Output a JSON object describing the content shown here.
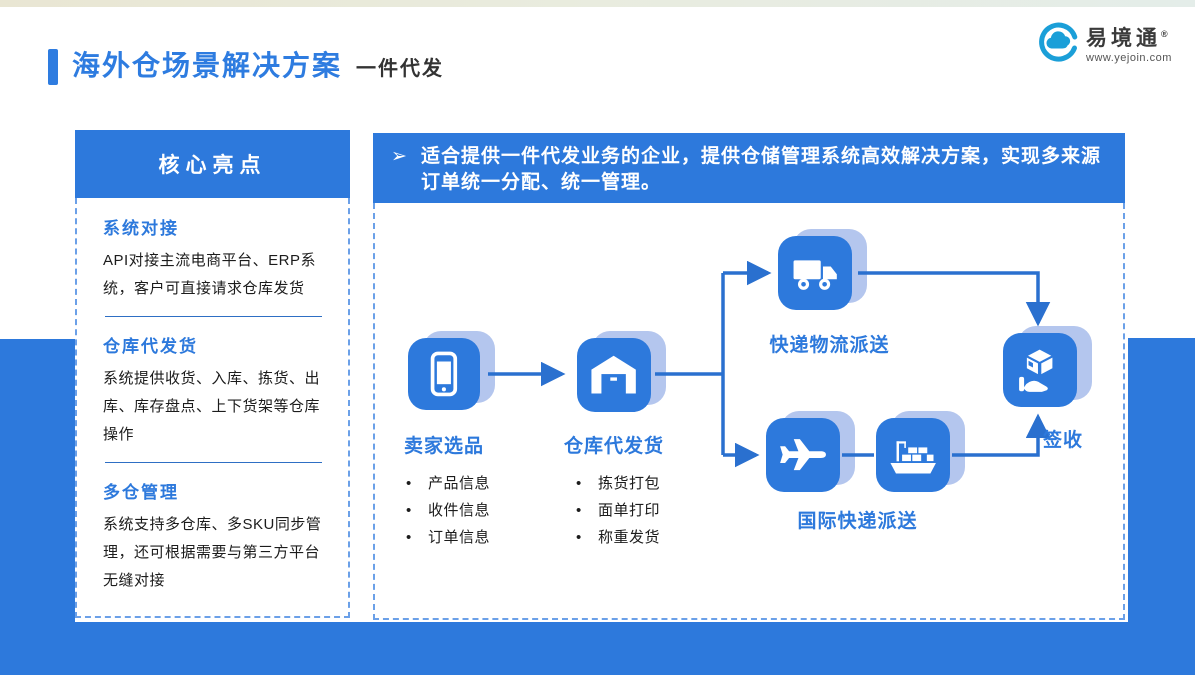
{
  "page": {
    "title": "海外仓场景解决方案",
    "subtitle": "一件代发"
  },
  "logo": {
    "name": "易境通",
    "reg": "®",
    "url": "www.yejoin.com"
  },
  "sidebar": {
    "header": "核心亮点",
    "sections": [
      {
        "title": "系统对接",
        "body": "API对接主流电商平台、ERP系统，客户可直接请求仓库发货"
      },
      {
        "title": "仓库代发货",
        "body": "系统提供收货、入库、拣货、出库、库存盘点、上下货架等仓库操作"
      },
      {
        "title": "多仓管理",
        "body": "系统支持多仓库、多SKU同步管理，还可根据需要与第三方平台无缝对接"
      }
    ]
  },
  "banner": {
    "bullet": "➢",
    "text": "适合提供一件代发业务的企业，提供仓储管理系统高效解决方案，实现多来源订单统一分配、统一管理。"
  },
  "diagram": {
    "seller": {
      "label": "卖家选品",
      "bullets": [
        "产品信息",
        "收件信息",
        "订单信息"
      ]
    },
    "warehouse": {
      "label": "仓库代发货",
      "bullets": [
        "拣货打包",
        "面单打印",
        "称重发货"
      ]
    },
    "express": {
      "label": "快递物流派送"
    },
    "international": {
      "label": "国际快递派送"
    },
    "sign": {
      "label": "签收"
    }
  },
  "colors": {
    "primary_blue": "#2d79dc",
    "icon_shadow": "#b4c6ee",
    "title_blue": "#2e7ce0",
    "logo_blue": "#1b9fd8",
    "text_dark": "#1c1c1c"
  }
}
